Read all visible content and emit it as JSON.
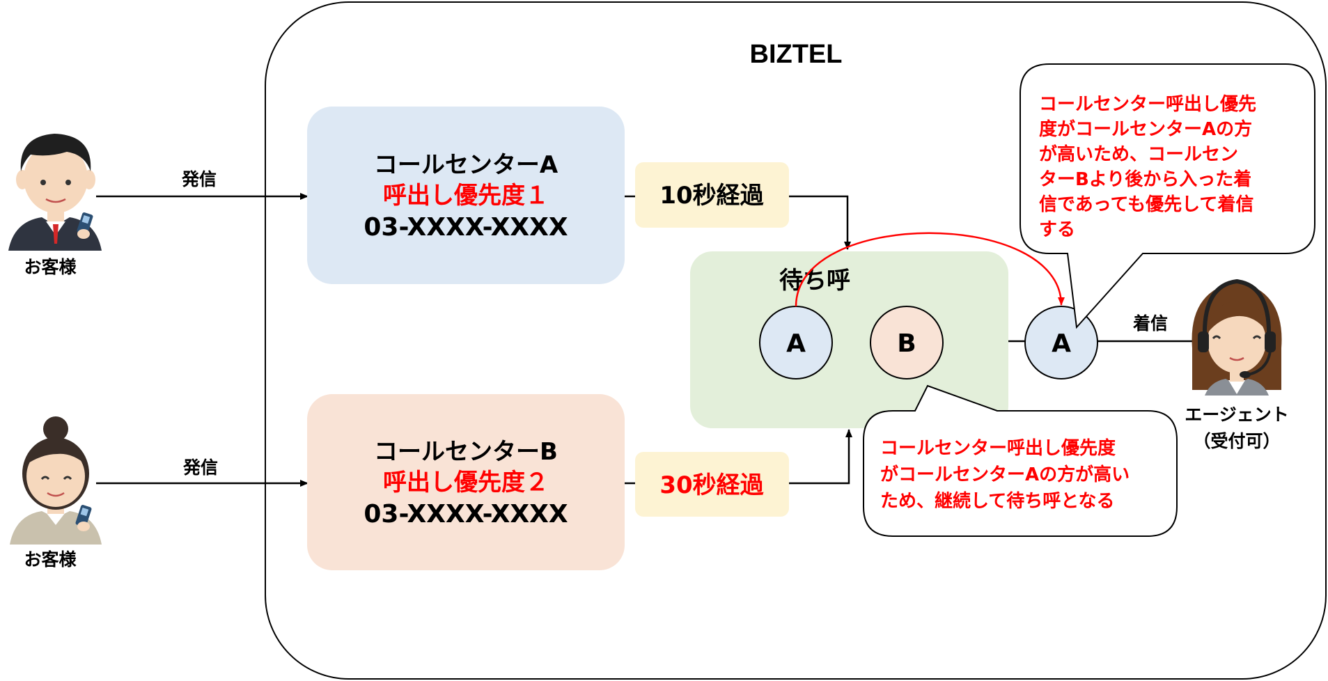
{
  "system": {
    "title": "BIZTEL"
  },
  "callers": [
    {
      "label": "お客様",
      "action": "発信"
    },
    {
      "label": "お客様",
      "action": "発信"
    }
  ],
  "call_centers": [
    {
      "name": "コールセンターA",
      "priority": "呼出し優先度１",
      "phone": "03-XXXX-XXXX",
      "elapsed": "10秒経過",
      "fill": "#dde8f4"
    },
    {
      "name": "コールセンターB",
      "priority": "呼出し優先度２",
      "phone": "03-XXXX-XXXX",
      "elapsed": "30秒経過",
      "fill": "#f9e3d6"
    }
  ],
  "queue": {
    "title": "待ち呼",
    "items": [
      "A",
      "B"
    ],
    "fill": "#e3efda"
  },
  "incoming": {
    "item": "A",
    "action": "着信"
  },
  "agent": {
    "label": "エージェント",
    "status": "（受付可）"
  },
  "callouts": {
    "top": [
      "コールセンター呼出し優先",
      "度がコールセンターAの方",
      "が高いため、コールセン",
      "ターBより後から入った着",
      "信であっても優先して着信",
      "する"
    ],
    "bottom": [
      "コールセンター呼出し優先度",
      "がコールセンターAの方が高い",
      "ため、継続して待ち呼となる"
    ]
  },
  "colors": {
    "accent_red": "#ff0000",
    "elapsed_fill": "#fdf3d3",
    "node_a_fill": "#dde8f4",
    "node_b_fill": "#f9e3d6"
  }
}
